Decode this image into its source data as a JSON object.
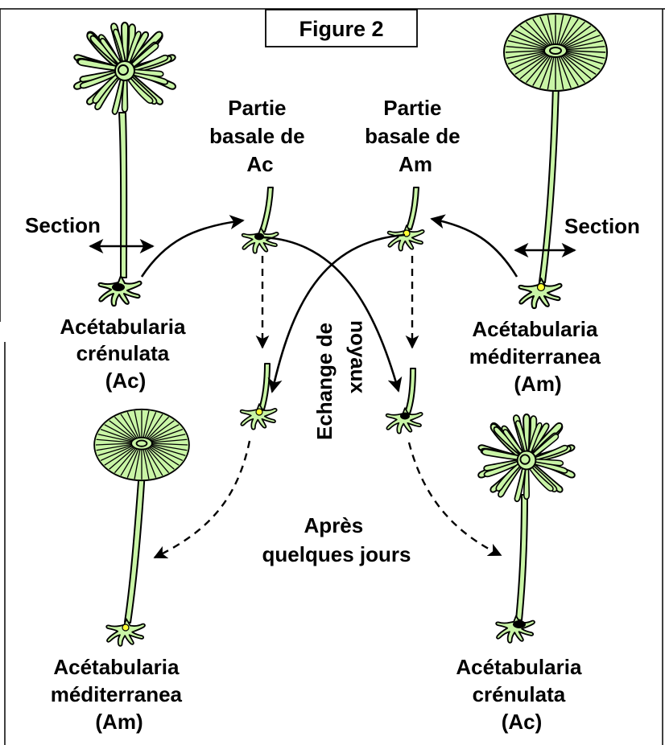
{
  "title": "Figure 2",
  "labels": {
    "ac_base_top": [
      "Partie",
      "basale de",
      "Ac"
    ],
    "am_base_top": [
      "Partie",
      "basale de",
      "Am"
    ],
    "section_left": "Section",
    "section_right": "Section",
    "ac_source": [
      "Acétabularia",
      "crénulata",
      "(Ac)"
    ],
    "am_source": [
      "Acétabularia",
      "méditerranea",
      "(Am)"
    ],
    "exchange": [
      "Echange de",
      "noyaux"
    ],
    "after_days": [
      "Après",
      "quelques jours"
    ],
    "am_result": [
      "Acétabularia",
      "méditerranea",
      "(Am)"
    ],
    "ac_result": [
      "Acétabularia",
      "crénulata",
      "(Ac)"
    ]
  },
  "colors": {
    "plant_fill": "#c9f5a6",
    "nucleus_ac": "#000000",
    "nucleus_am": "#ffff33",
    "outline": "#000000"
  }
}
